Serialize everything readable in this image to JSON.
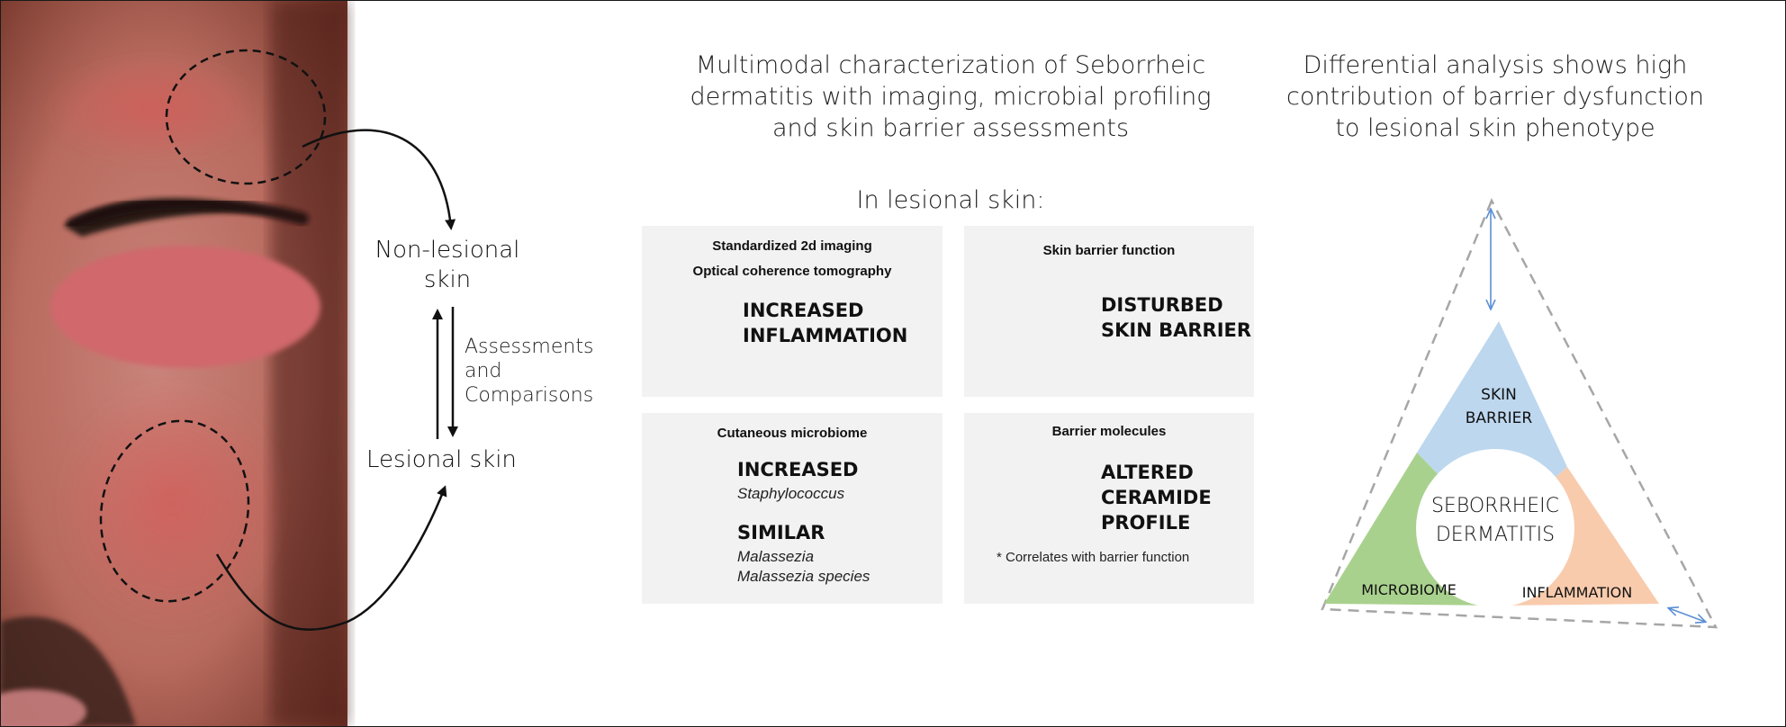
{
  "left": {
    "non_lesional_line1": "Non-lesional",
    "non_lesional_line2": "skin",
    "lesional": "Lesional skin",
    "assess_line1": "Assessments",
    "assess_line2": "and",
    "assess_line3": "Comparisons"
  },
  "middle": {
    "title_line1": "Multimodal characterization of Seborrheic",
    "title_line2": "dermatitis with imaging, microbial profiling",
    "title_line3": "and skin barrier assessments",
    "subtitle": "In lesional skin:",
    "panels": {
      "imaging": {
        "title1": "Standardized 2d imaging",
        "title2": "Optical coherence tomography",
        "result1": "INCREASED",
        "result2": "INFLAMMATION"
      },
      "barrier": {
        "title": "Skin barrier function",
        "result1": "DISTURBED",
        "result2": "SKIN BARRIER"
      },
      "microbiome": {
        "title": "Cutaneous microbiome",
        "result1": "INCREASED",
        "result1_detail": "Staphylococcus",
        "result2": "SIMILAR",
        "result2_detail1": "Malassezia",
        "result2_detail2": "Malassezia species"
      },
      "molecules": {
        "title": "Barrier molecules",
        "result1": "ALTERED",
        "result2": "CERAMIDE",
        "result3": "PROFILE",
        "note": "* Correlates with barrier function"
      }
    }
  },
  "right": {
    "title_line1": "Differential analysis shows high",
    "title_line2": "contribution of barrier dysfunction",
    "title_line3": "to lesional skin phenotype",
    "skin_barrier_1": "SKIN",
    "skin_barrier_2": "BARRIER",
    "center_1": "SEBORRHEIC",
    "center_2": "DERMATITIS",
    "microbiome": "MICROBIOME",
    "inflammation": "INFLAMMATION"
  },
  "colors": {
    "skin_barrier": "#bdd7ee",
    "microbiome": "#a9d18e",
    "inflammation": "#f8cbad",
    "panel_bg": "#f2f2f2",
    "arrow_fill": "#f8cbad",
    "brick_blue": "#5b9bd5",
    "accent_arrow": "#5b8fd6"
  }
}
